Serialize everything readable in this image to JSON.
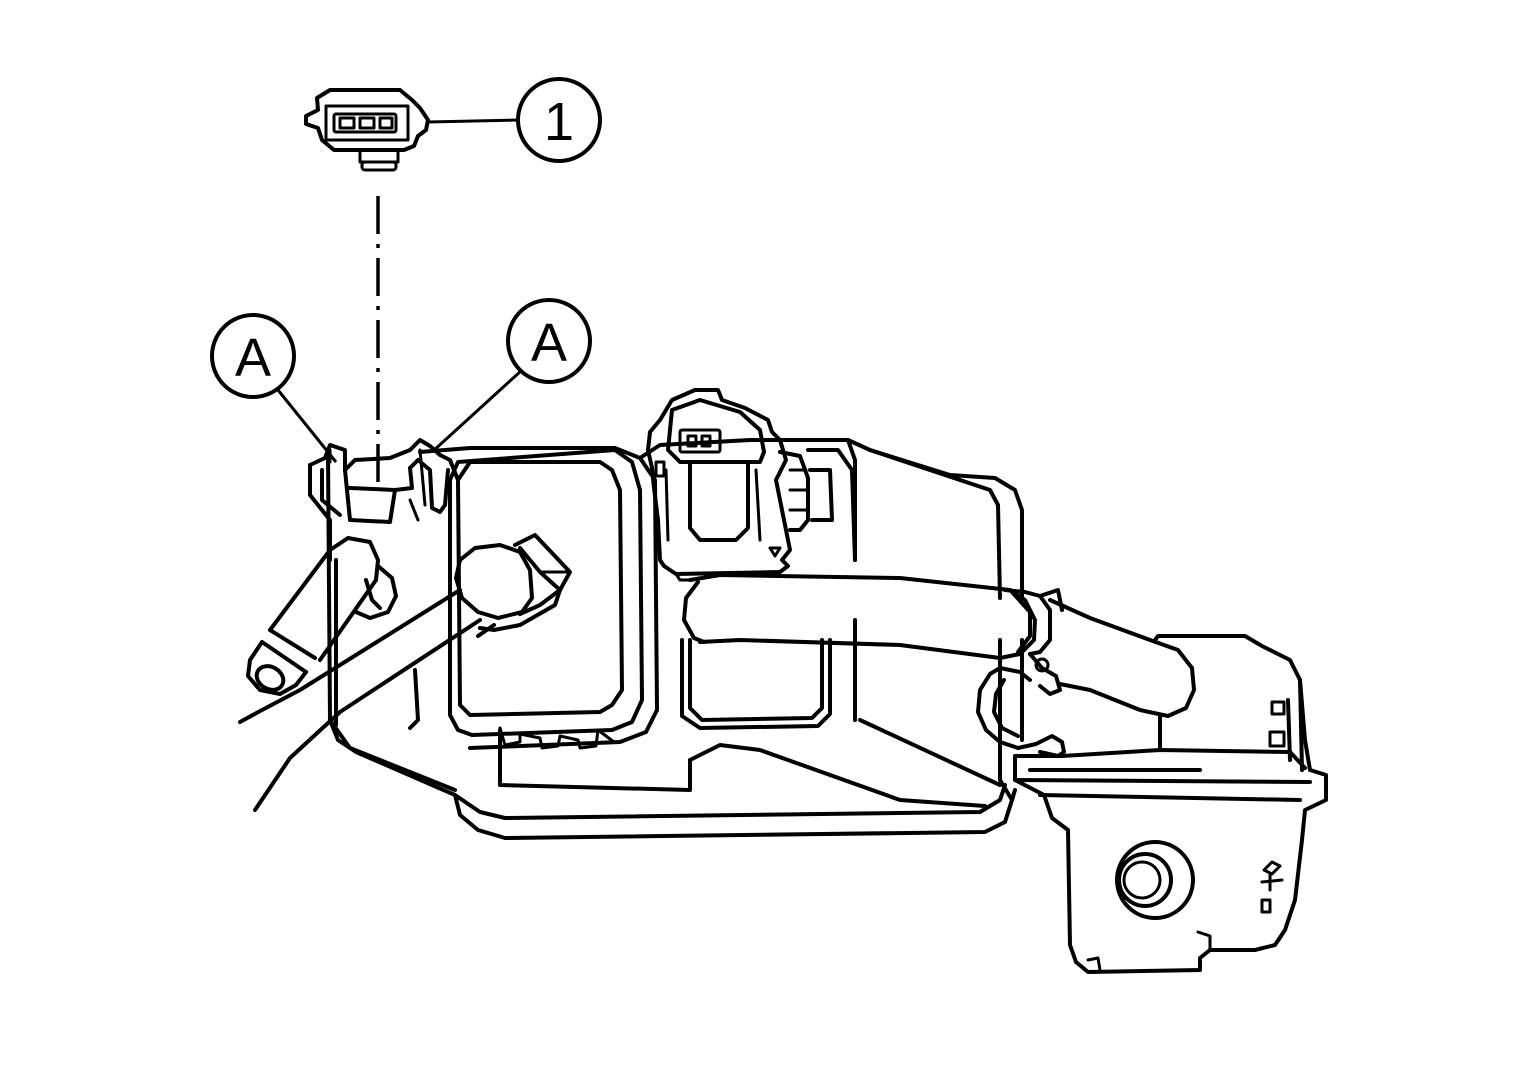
{
  "callouts": {
    "part_1": "1",
    "clip_left": "A",
    "clip_right": "A"
  },
  "colors": {
    "line": "#000000",
    "background": "#ffffff"
  }
}
